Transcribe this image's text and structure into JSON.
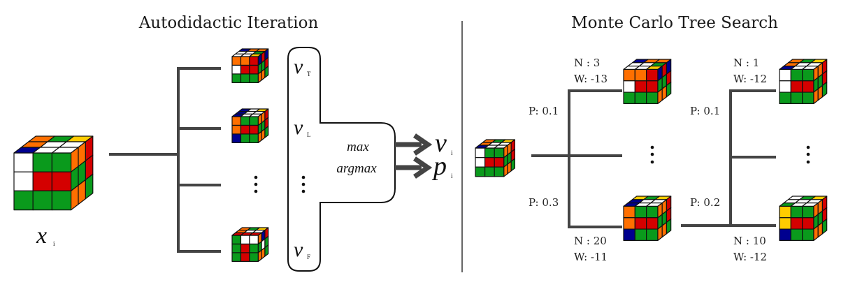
{
  "colors": {
    "W": "#ffffff",
    "G": "#0a9a1c",
    "R": "#d40000",
    "O": "#ff6f00",
    "B": "#00008f",
    "Y": "#ffcc00",
    "line": "#444444"
  },
  "left_panel": {
    "title": "Autodidactic Iteration",
    "input_label": "x",
    "input_subscript": "i",
    "value_labels": [
      {
        "symbol": "v",
        "sub": "T"
      },
      {
        "symbol": "v",
        "sub": "L"
      },
      {
        "symbol": "v",
        "sub": "F"
      }
    ],
    "ellipsis": "⋮",
    "operations": [
      "max",
      "argmax"
    ],
    "outputs": [
      {
        "symbol": "v",
        "sub": "i"
      },
      {
        "symbol": "p",
        "sub": "i"
      }
    ]
  },
  "right_panel": {
    "title": "Monte Carlo Tree Search",
    "level1": {
      "top_edge": {
        "p": "P: 0.1",
        "n": "N : 3",
        "w": "W: -13"
      },
      "bottom_edge": {
        "p": "P: 0.3",
        "n": "N : 20",
        "w": "W: -11"
      }
    },
    "level2": {
      "top_edge": {
        "p": "P: 0.1",
        "n": "N : 1",
        "w": "W: -12"
      },
      "bottom_edge": {
        "p": "P: 0.2",
        "n": "N : 10",
        "w": "W: -12"
      }
    }
  },
  "cubes": {
    "root": {
      "front": [
        "W",
        "G",
        "G",
        "W",
        "R",
        "R",
        "G",
        "G",
        "G"
      ],
      "top": [
        "O",
        "G",
        "Y",
        "O",
        "W",
        "W",
        "B",
        "W",
        "W"
      ],
      "side": [
        "O",
        "O",
        "R",
        "G",
        "G",
        "R",
        "O",
        "O",
        "G"
      ]
    },
    "child_top": {
      "front": [
        "O",
        "O",
        "R",
        "W",
        "R",
        "R",
        "G",
        "G",
        "G"
      ],
      "top": [
        "B",
        "O",
        "O",
        "W",
        "W",
        "G",
        "W",
        "W",
        "Y"
      ],
      "side": [
        "B",
        "R",
        "B",
        "G",
        "G",
        "R",
        "O",
        "O",
        "G"
      ]
    },
    "child_left": {
      "front": [
        "O",
        "G",
        "G",
        "O",
        "R",
        "R",
        "B",
        "G",
        "G"
      ],
      "top": [
        "B",
        "W",
        "Y",
        "B",
        "W",
        "W",
        "B",
        "W",
        "W"
      ],
      "side": [
        "O",
        "O",
        "R",
        "G",
        "G",
        "R",
        "O",
        "O",
        "G"
      ]
    },
    "child_front": {
      "front": [
        "G",
        "W",
        "W",
        "G",
        "R",
        "G",
        "G",
        "R",
        "G"
      ],
      "top": [
        "O",
        "G",
        "Y",
        "O",
        "W",
        "W",
        "R",
        "R",
        "R"
      ],
      "side": [
        "O",
        "B",
        "R",
        "G",
        "W",
        "G",
        "O",
        "O",
        "G"
      ]
    },
    "mcts_root": {
      "front": [
        "W",
        "G",
        "G",
        "W",
        "R",
        "R",
        "G",
        "G",
        "G"
      ],
      "top": [
        "O",
        "G",
        "Y",
        "O",
        "W",
        "W",
        "B",
        "W",
        "W"
      ],
      "side": [
        "O",
        "O",
        "R",
        "G",
        "G",
        "R",
        "O",
        "O",
        "G"
      ]
    },
    "mcts_l1_top": {
      "front": [
        "O",
        "O",
        "R",
        "W",
        "R",
        "R",
        "G",
        "G",
        "G"
      ],
      "top": [
        "B",
        "O",
        "O",
        "W",
        "W",
        "G",
        "W",
        "W",
        "Y"
      ],
      "side": [
        "B",
        "R",
        "B",
        "G",
        "G",
        "R",
        "O",
        "O",
        "G"
      ]
    },
    "mcts_l1_bottom": {
      "front": [
        "O",
        "G",
        "G",
        "O",
        "R",
        "R",
        "B",
        "G",
        "G"
      ],
      "top": [
        "Y",
        "G",
        "Y",
        "B",
        "W",
        "W",
        "B",
        "W",
        "W"
      ],
      "side": [
        "O",
        "O",
        "R",
        "G",
        "G",
        "R",
        "O",
        "O",
        "G"
      ]
    },
    "mcts_l2_top": {
      "front": [
        "W",
        "G",
        "G",
        "W",
        "R",
        "R",
        "G",
        "G",
        "G"
      ],
      "top": [
        "O",
        "G",
        "Y",
        "O",
        "W",
        "W",
        "B",
        "W",
        "W"
      ],
      "side": [
        "O",
        "O",
        "R",
        "G",
        "G",
        "R",
        "O",
        "O",
        "G"
      ]
    },
    "mcts_l2_bottom": {
      "front": [
        "Y",
        "G",
        "G",
        "Y",
        "R",
        "R",
        "B",
        "G",
        "G"
      ],
      "top": [
        "W",
        "G",
        "Y",
        "W",
        "W",
        "W",
        "G",
        "W",
        "W"
      ],
      "side": [
        "O",
        "O",
        "R",
        "G",
        "G",
        "R",
        "O",
        "O",
        "G"
      ]
    }
  }
}
